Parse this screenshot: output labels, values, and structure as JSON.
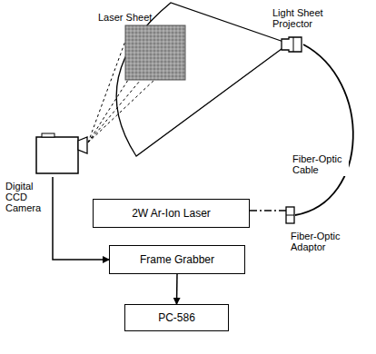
{
  "diagram": {
    "nodes": [
      {
        "text": [
          "Laser Sheet"
        ]
      },
      {
        "text": [
          "Light Sheet Projector"
        ]
      },
      {
        "text": [
          "Digital CCD Camera"
        ]
      },
      {
        "text": [
          "2W Ar-Ion Laser"
        ]
      },
      {
        "text": [
          "Fiber-Optic Adaptor"
        ]
      },
      {
        "text": [
          "Frame Grabber"
        ]
      },
      {
        "text": [
          "PC-586"
        ]
      }
    ],
    "edges": [
      {
        "from": 3,
        "to": 4,
        "arrow": "none"
      },
      {
        "from": 4,
        "to": 1,
        "label": "Fiber-Optic Cable",
        "arrow": "none"
      },
      {
        "from": 2,
        "to": 5,
        "arrow": "to"
      },
      {
        "from": 5,
        "to": 6,
        "arrow": "to"
      }
    ]
  }
}
